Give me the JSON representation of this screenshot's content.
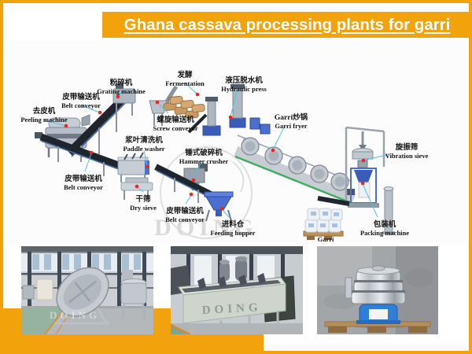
{
  "banner": {
    "title": "Ghana cassava processing plants for garri"
  },
  "colors": {
    "accent_orange": "#F2A30B",
    "red_dot": "#E8281E",
    "leader_blue": "#52BFE8"
  },
  "diagram": {
    "watermark": "DOING",
    "labels": [
      {
        "cn": "去皮机",
        "en": "Peeling machine"
      },
      {
        "cn": "皮带输送机",
        "en": "Belt conveyor"
      },
      {
        "cn": "粉碎机",
        "en": "Grating machine"
      },
      {
        "cn": "发酵",
        "en": "Fermentation"
      },
      {
        "cn": "螺旋输送机",
        "en": "Screw conveyor"
      },
      {
        "cn": "液压脱水机",
        "en": "Hydraulic press"
      },
      {
        "cn": "Garri炒锅",
        "en": "Garri fryer"
      },
      {
        "cn": "旋振筛",
        "en": "Vibration sieve"
      },
      {
        "cn": "浆叶清洗机",
        "en": "Paddle washer"
      },
      {
        "cn": "锤式破碎机",
        "en": "Hammer crusher"
      },
      {
        "cn": "皮带输送机",
        "en": "Belt conveyor"
      },
      {
        "cn": "干筛",
        "en": "Dry sieve"
      },
      {
        "cn": "皮带输送机",
        "en": "Belt conveyor"
      },
      {
        "cn": "进料仓",
        "en": "Feeding hopper"
      },
      {
        "cn": "包装机",
        "en": "Packing machine"
      },
      {
        "en": "Garri"
      }
    ]
  },
  "photos": {
    "watermark": "DOING"
  }
}
